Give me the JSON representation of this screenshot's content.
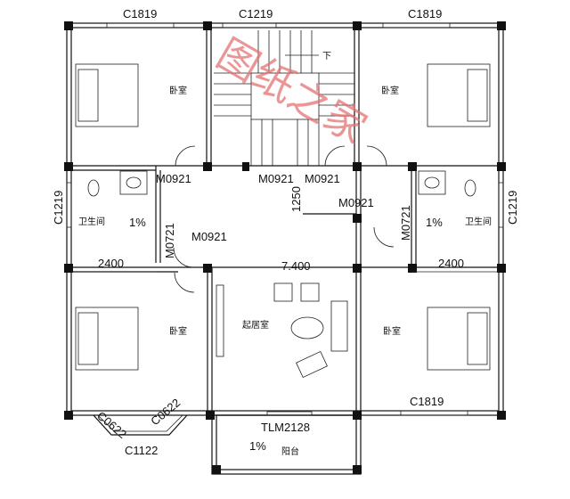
{
  "windows": {
    "top_left": "C1819",
    "top_center": "C1219",
    "top_right": "C1819",
    "left_side": "C1219",
    "right_side": "C1219",
    "bottom_right": "C1819",
    "bay_left": "C0622",
    "bay_right": "C0622",
    "bay_center": "C1122"
  },
  "doors": {
    "left_bed_top": "M0921",
    "center_left": "M0921",
    "center_right": "M0921",
    "right_bed_top": "M0921",
    "center_mid": "M0921",
    "left_bath": "M0721",
    "right_bath": "M0721",
    "sliding": "TLM2128"
  },
  "rooms": {
    "bedroom_tl": "卧室",
    "bedroom_tr": "卧室",
    "bedroom_bl": "卧室",
    "bedroom_br": "卧室",
    "bath_left": "卫生间",
    "bath_right": "卫生间",
    "living": "起居室",
    "balcony": "阳台"
  },
  "dimensions": {
    "left_width": "2400",
    "right_width": "2400",
    "corridor": "1250",
    "level": "7.400"
  },
  "stair": {
    "down": "下"
  },
  "slopes": {
    "bath_left": "1%",
    "bath_right": "1%",
    "balcony": "1%"
  },
  "watermark": "图纸之家"
}
